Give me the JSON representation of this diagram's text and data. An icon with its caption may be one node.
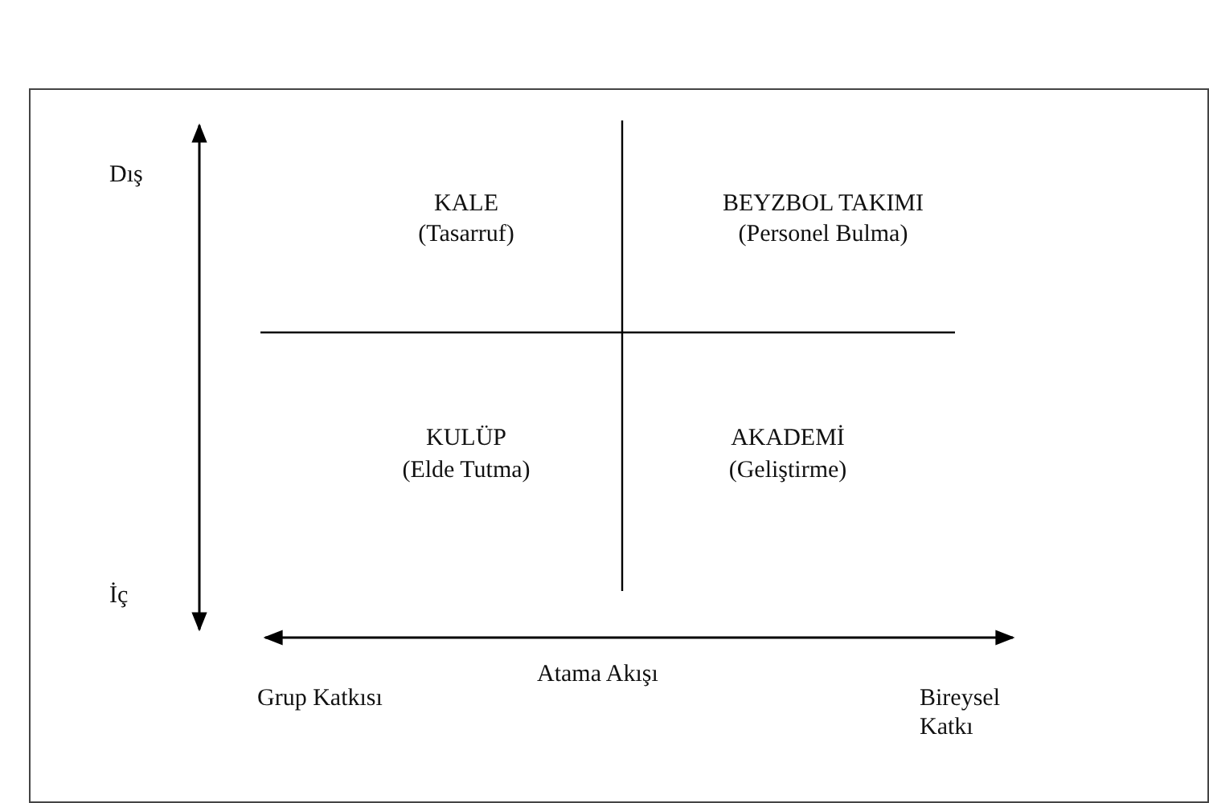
{
  "diagram": {
    "labels": [
      "Dış",
      "KALE",
      "(Tasarruf)",
      "BEYZBOL TAKIMI",
      "(Personel Bulma)",
      "KULÜP",
      "(Elde Tutma)",
      "AKADEMİ",
      "(Geliştirme)",
      "İç",
      "Grup Katkısı",
      "Atama Akışı",
      "Bireysel Katkı"
    ]
  }
}
